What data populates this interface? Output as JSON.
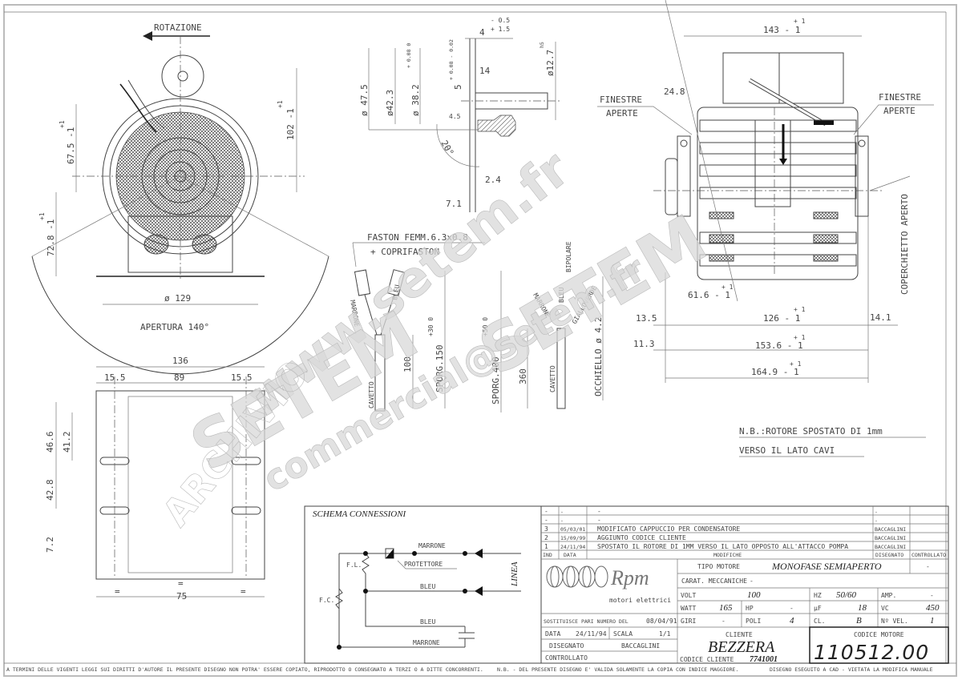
{
  "front_view": {
    "rotation_label": "ROTAZIONE",
    "dim_102": "102 -1",
    "dim_102_tol": "+1",
    "dim_67_5": "67.5 -1",
    "dim_67_5_tol": "+1",
    "dim_72_8": "72.8 -1",
    "dim_72_8_tol": "+1",
    "dim_129": "ø 129",
    "aperture_label": "APERTURA 140°"
  },
  "shaft_section": {
    "dim_4": "4",
    "dim_4_tol_upper": "- 0.5",
    "dim_4_tol_lower": "+ 1.5",
    "dim_47_5": "ø 47.5",
    "dim_42_3": "ø42.3",
    "dim_38_2": "ø 38.2",
    "dim_38_2_tol": "+ 0.08  0",
    "dim_5": "5",
    "dim_5_tol": "+ 0.08  - 0.02",
    "dim_14": "14",
    "dim_12_7": "ø12.7",
    "dim_12_7_fit": "h5",
    "dim_4_5": "4.5",
    "angle_20": "20°",
    "dim_2_4": "2.4",
    "dim_7_1": "7.1"
  },
  "cables": {
    "faston_label": "FASTON FEMM.6.3x0.8",
    "coprifaston_label": "+ COPRIFASTON",
    "marrone": "MARRONE",
    "bleu": "BLEU",
    "cavetto": "CAVETTO",
    "dim_100": "100",
    "sporg_150": "SPORG.150",
    "sporg_150_tol": "+30  0",
    "sporg_400": "SPORG.400",
    "sporg_400_tol": "+50  0",
    "dim_360": "360",
    "cavetto_2": "CAVETTO",
    "marrone_2": "MARRONE",
    "bleu_2": "BLEU",
    "giallo_verde": "GIALLOVERDE",
    "occhiello": "OCCHIELLO ø 4.2",
    "bipolare": "BIPOLARE"
  },
  "side_view": {
    "dim_143": "143 - 1",
    "dim_143_tol": "+ 1",
    "dim_24_8": "24.8",
    "finestre_left": [
      "FINESTRE",
      "APERTE"
    ],
    "finestre_right": [
      "FINESTRE",
      "APERTE"
    ],
    "coperchietto": "COPERCHIETTO APERTO",
    "dim_61_6": "61.6 - 1",
    "dim_61_6_tol": "+ 1",
    "dim_13_5": "13.5",
    "dim_126": "126 - 1",
    "dim_126_tol": "+ 1",
    "dim_14_1": "14.1",
    "dim_11_3": "11.3",
    "dim_153_6": "153.6 - 1",
    "dim_153_6_tol": "+ 1",
    "dim_164_9": "164.9 - 1",
    "dim_164_9_tol": "+ 1"
  },
  "note": {
    "line1": "N.B.:ROTORE SPOSTATO DI 1mm",
    "line2": "VERSO IL LATO CAVI"
  },
  "base_view": {
    "dim_136": "136",
    "dim_15_5_left": "15.5",
    "dim_89": "89",
    "dim_15_5_right": "15.5",
    "dim_46_6": "46.6",
    "dim_41_2": "41.2",
    "dim_42_8": "42.8",
    "dim_7_2": "7.2",
    "dim_75": "75",
    "eq_left": "=",
    "eq_mid": "=",
    "eq_right": "="
  },
  "schema": {
    "title": "SCHEMA CONNESSIONI",
    "marrone_top": "MARRONE",
    "protettore": "PROTETTORE",
    "bleu_mid": "BLEU",
    "bleu_bottom": "BLEU",
    "marrone_bottom": "MARRONE",
    "fl": "F.L.",
    "fc": "F.C.",
    "linea": "LINEA"
  },
  "revisions": {
    "headers": {
      "ind": "IND",
      "data": "DATA",
      "modifiche": "MODIFICHE",
      "disegnato": "DISEGNATO",
      "controllato": "CONTROLLATO"
    },
    "rows": [
      {
        "ind": "-",
        "data": "-",
        "modifica": "-",
        "disegnato": "-",
        "controllato": ""
      },
      {
        "ind": "-",
        "data": "-",
        "modifica": "-",
        "disegnato": "-",
        "controllato": ""
      },
      {
        "ind": "3",
        "data": "05/03/01",
        "modifica": "MODIFICATO CAPPUCCIO PER CONDENSATORE",
        "disegnato": "BACCAGLINI",
        "controllato": ""
      },
      {
        "ind": "2",
        "data": "15/09/99",
        "modifica": "AGGIUNTO CODICE CLIENTE",
        "disegnato": "BACCAGLINI",
        "controllato": ""
      },
      {
        "ind": "1",
        "data": "24/11/94",
        "modifica": "SPOSTATO IL ROTORE DI 1MM VERSO IL LATO OPPOSTO ALL'ATTACCO POMPA",
        "disegnato": "BACCAGLINI",
        "controllato": ""
      }
    ]
  },
  "logo": {
    "brand": "Rpm",
    "subtitle": "motori elettrici"
  },
  "specs": {
    "tipo_motore_label": "TIPO MOTORE",
    "tipo_motore": "MONOFASE SEMIAPERTO",
    "tipo_extra": "-",
    "carat_label": "CARAT. MECCANICHE",
    "carat_value": "-",
    "volt_label": "VOLT",
    "volt": "100",
    "hz_label": "HZ",
    "hz": "50/60",
    "amp_label": "AMP.",
    "amp": "-",
    "watt_label": "WATT",
    "watt": "165",
    "hp_label": "HP",
    "hp": "-",
    "uf_label": "µF",
    "uf": "18",
    "vc_label": "VC",
    "vc": "450",
    "giri_label": "GIRI",
    "giri": "-",
    "poli_label": "POLI",
    "poli": "4",
    "cl_label": "CL.",
    "cl": "B",
    "nvel_label": "Nº VEL.",
    "nvel": "1"
  },
  "drawing_info": {
    "sostituisce": "SOSTITUISCE PARI NUMERO DEL",
    "sostituisce_date": "08/04/91",
    "data_label": "DATA",
    "data": "24/11/94",
    "scala_label": "SCALA",
    "scala": "1/1",
    "disegnato_label": "DISEGNATO",
    "disegnato": "BACCAGLINI",
    "controllato_label": "CONTROLLATO"
  },
  "cliente": {
    "label": "CLIENTE",
    "name": "BEZZERA",
    "codice_label": "CODICE CLIENTE",
    "codice": "7741001"
  },
  "codice_motore": {
    "label": "CODICE MOTORE",
    "value": "110512.00"
  },
  "footer": {
    "copyright": "A TERMINI DELLE VIGENTI LEGGI SUI DIRITTI D'AUTORE IL PRESENTE DISEGNO NON POTRA' ESSERE COPIATO, RIPRODOTTO O CONSEGNATO A TERZI O A DITTE CONCORRENTI.",
    "validity": "N.B. - DEL PRESENTE DISEGNO E' VALIDA SOLAMENTE LA COPIA CON INDICE MAGGIORE.",
    "cad": "DISEGNO ESEGUITO A CAD - VIETATA LA MODIFICA MANUALE"
  },
  "watermark": {
    "url": "www.setem.fr",
    "brand": "SETEM",
    "email": "commercial@setem.fr",
    "archive": "ARCHIVIO"
  }
}
